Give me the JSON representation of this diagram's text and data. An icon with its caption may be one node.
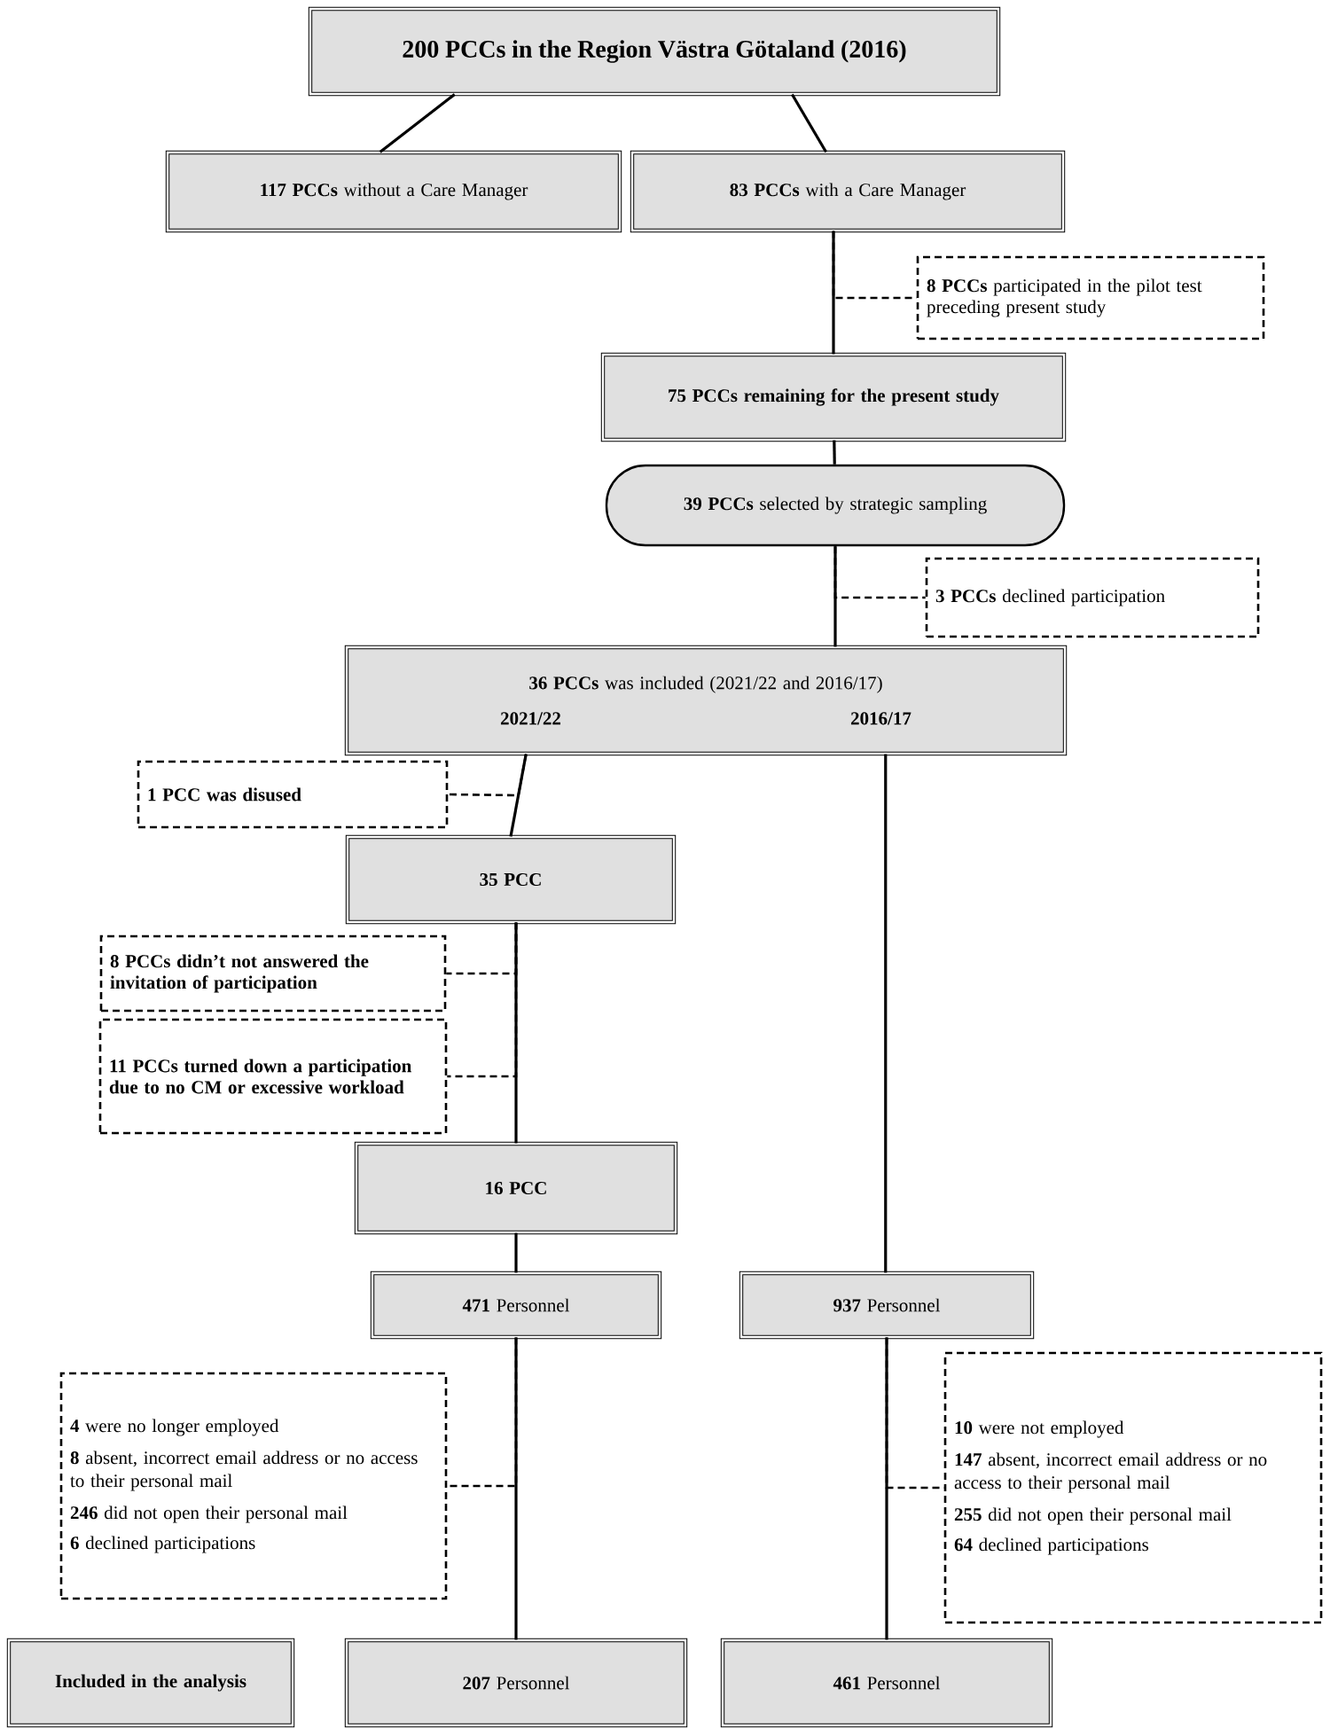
{
  "diagram": {
    "nodes": [
      {
        "text": [
          "200 PCCs in the Region Västra Götaland (2016)"
        ]
      },
      {
        "text": [
          "**117 PCCs** without a Care Manager"
        ]
      },
      {
        "text": [
          "**83 PCCs** with a Care Manager"
        ]
      },
      {
        "text": [
          "**8 PCCs** participated in the pilot test preceding present study"
        ]
      },
      {
        "text": [
          "75 PCCs remaining for the present study"
        ]
      },
      {
        "text": [
          "**39 PCCs** selected by strategic sampling"
        ]
      },
      {
        "text": [
          "**3 PCCs** declined participation"
        ]
      },
      {
        "text": [
          "**36 PCCs** was included (2021/22 and 2016/17)",
          "2021/22",
          "2016/17"
        ]
      },
      {
        "text": [
          "1 PCC was disused"
        ]
      },
      {
        "text": [
          "35 PCC"
        ]
      },
      {
        "text": [
          "8 PCCs didn’t not answered the invitation of participation"
        ]
      },
      {
        "text": [
          "11 PCCs turned down a participation due to no CM or excessive workload"
        ]
      },
      {
        "text": [
          "16 PCC"
        ]
      },
      {
        "text": [
          "**471** Personnel"
        ]
      },
      {
        "text": [
          "**937** Personnel"
        ]
      },
      {
        "text": [
          "**4** were no longer employed",
          "**8** absent, incorrect email address or no access to their personal mail",
          "**246** did not open their personal mail",
          "**6** declined participations"
        ]
      },
      {
        "text": [
          "**10** were not employed",
          "**147** absent, incorrect email address or no access to their personal mail",
          "**255** did not open their personal mail",
          "**64** declined participations"
        ]
      },
      {
        "text": [
          "Included in the analysis"
        ]
      },
      {
        "text": [
          "**207** Personnel"
        ]
      },
      {
        "text": [
          "**461** Personnel"
        ]
      }
    ],
    "edges": [
      {
        "from": 0,
        "to": 1,
        "arrow": "none"
      },
      {
        "from": 0,
        "to": 2,
        "arrow": "none"
      },
      {
        "from": 2,
        "to": 4,
        "arrow": "none"
      },
      {
        "from": 2,
        "to": 3,
        "arrow": "none",
        "style": "dashed"
      },
      {
        "from": 4,
        "to": 5,
        "arrow": "none"
      },
      {
        "from": 5,
        "to": 7,
        "arrow": "none"
      },
      {
        "from": 5,
        "to": 6,
        "arrow": "none",
        "style": "dashed"
      },
      {
        "from": 7,
        "to": 9,
        "arrow": "none"
      },
      {
        "from": 7,
        "to": 8,
        "arrow": "none",
        "style": "dashed"
      },
      {
        "from": 9,
        "to": 12,
        "arrow": "none"
      },
      {
        "from": 9,
        "to": 10,
        "arrow": "none",
        "style": "dashed"
      },
      {
        "from": 9,
        "to": 11,
        "arrow": "none",
        "style": "dashed"
      },
      {
        "from": 12,
        "to": 13,
        "arrow": "none"
      },
      {
        "from": 13,
        "to": 18,
        "arrow": "none"
      },
      {
        "from": 13,
        "to": 15,
        "arrow": "none",
        "style": "dashed"
      },
      {
        "from": 7,
        "to": 14,
        "arrow": "none"
      },
      {
        "from": 14,
        "to": 19,
        "arrow": "none"
      },
      {
        "from": 14,
        "to": 16,
        "arrow": "none",
        "style": "dashed"
      }
    ]
  }
}
